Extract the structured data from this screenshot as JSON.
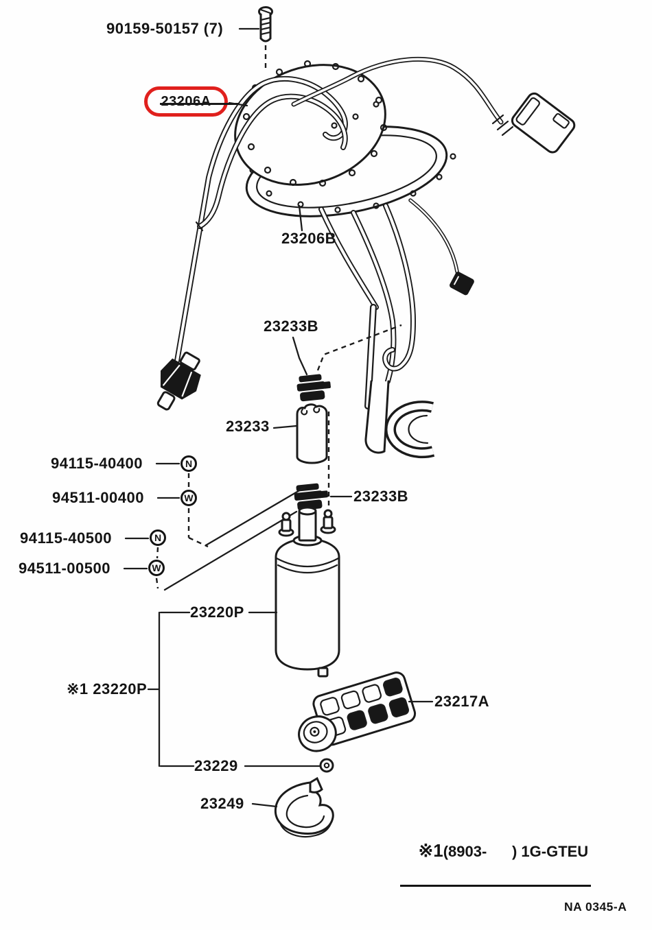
{
  "diagram": {
    "title": "Fuel pump bracket assembly parts diagram",
    "drawing_no": "NA 0345-A",
    "highlight_color": "#e0201d",
    "line_color": "#1b1b1b",
    "note": {
      "ref": "※1",
      "text": "(8903-      ) 1G-GTEU"
    },
    "parts": {
      "screw": "90159-50157 (7)",
      "plate": "23206A",
      "plate_sub": "23206B",
      "clamp_upper": "23233B",
      "cushion": "23233",
      "nut_upper": "94115-40400",
      "washer_upper": "94511-00400",
      "nut_lower": "94115-40500",
      "washer_lower": "94511-00500",
      "clamp_lower": "23233B",
      "pump": "23220P",
      "pump_alt": "※1 23220P",
      "filter": "23217A",
      "grommet": "23229",
      "cushion_lower": "23249"
    },
    "fastener_symbols": {
      "upper_nut": "N",
      "upper_washer": "W",
      "lower_nut": "N",
      "lower_washer": "W"
    }
  }
}
